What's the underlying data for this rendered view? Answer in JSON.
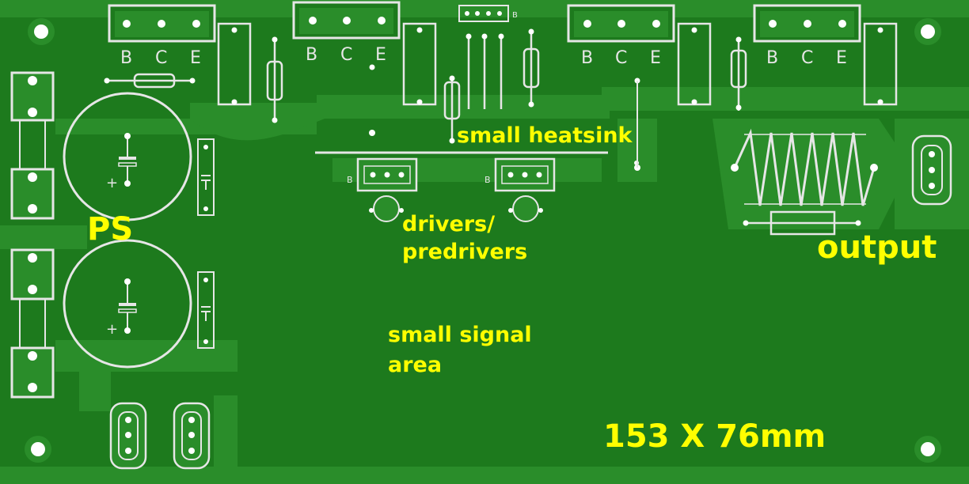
{
  "colors": {
    "board": "#1d7a1d",
    "copper_trace": "#2b8f2b",
    "silkscreen": "#e6e6e6",
    "pad": "#ffffff",
    "annotation": "#ffff00"
  },
  "annotations": {
    "small_heatsink": "small heatsink",
    "ps": "PS",
    "drivers_line1": "drivers/",
    "drivers_line2": "predrivers",
    "output": "output",
    "signal_line1": "small signal",
    "signal_line2": "area",
    "dimensions": "153 X 76mm"
  },
  "transistor_pin_labels": {
    "b": "B",
    "c": "C",
    "e": "E"
  },
  "small_transistor_marker": "B",
  "capacitor_polarity": "+",
  "icons": [
    "mounting-hole-icon",
    "electrolytic-capacitor-icon",
    "resistor-icon",
    "inductor-coil-icon",
    "power-transistor-icon",
    "small-transistor-icon",
    "terminal-block-icon",
    "fuse-holder-icon"
  ]
}
